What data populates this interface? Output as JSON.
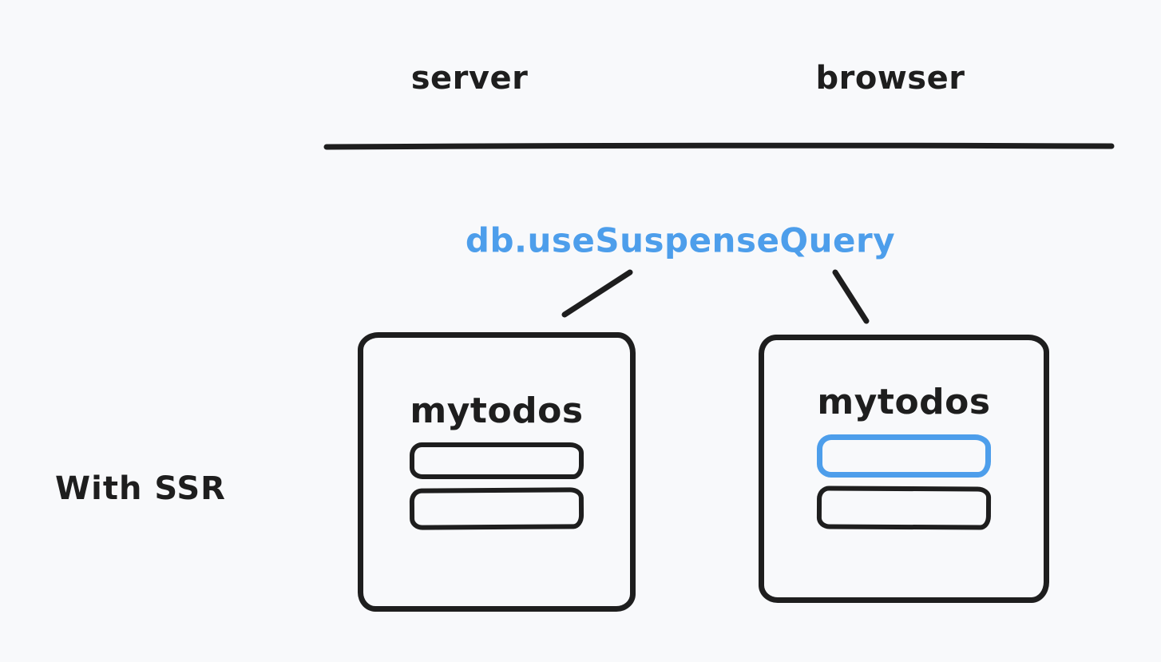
{
  "colors": {
    "background": "#f8f9fb",
    "ink": "#1e1e1e",
    "accent": "#4d9eeb"
  },
  "header": {
    "server_label": "server",
    "browser_label": "browser"
  },
  "row": {
    "label": "With SSR"
  },
  "annotation": {
    "label": "db.useSuspenseQuery"
  },
  "cards": {
    "server": {
      "title": "mytodos",
      "items": [
        "default",
        "default"
      ]
    },
    "browser": {
      "title": "mytodos",
      "items": [
        "accent",
        "default"
      ]
    }
  }
}
